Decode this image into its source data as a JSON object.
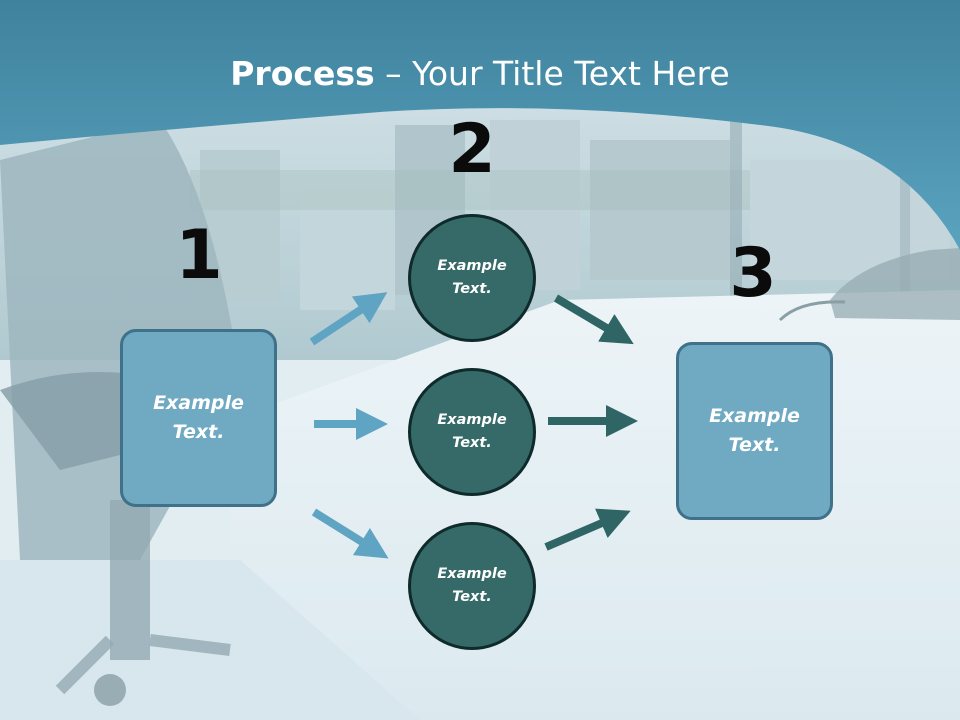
{
  "slide": {
    "title_bold": "Process",
    "title_rest": " – Your Title Text Here",
    "numbers": [
      "1",
      "2",
      "3"
    ],
    "left_box": "Example\nText.",
    "right_box": "Example\nText.",
    "circles": [
      "Example\nText.",
      "Example\nText.",
      "Example\nText."
    ]
  },
  "colors": {
    "header": "#4b93ad",
    "box_fill": "#6fa9c2",
    "box_border": "#3f7189",
    "circle_fill": "#366a68",
    "circle_border": "#0f2a2b",
    "arrow_light": "#5fa4c2",
    "arrow_dark": "#2f6565"
  }
}
